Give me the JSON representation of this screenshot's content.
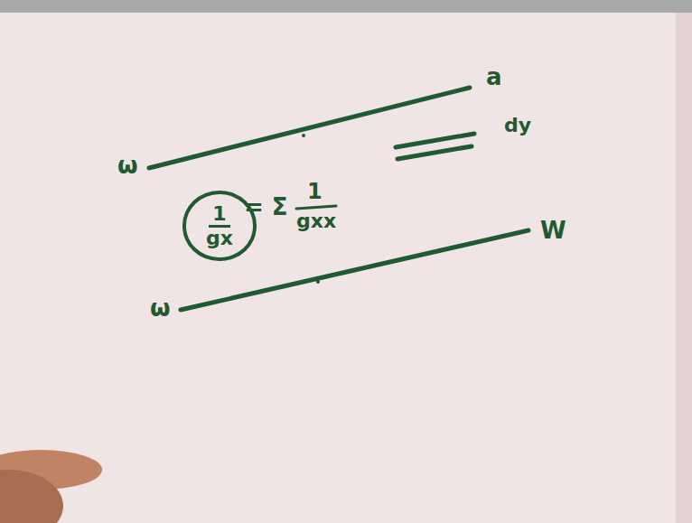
{
  "diagram": {
    "nodes": [
      {
        "text": [
          "1",
          "gx"
        ]
      }
    ],
    "labels": [
      "= Σ",
      "1",
      "gxx",
      "ω",
      "a",
      "dy",
      "ω",
      "W"
    ]
  }
}
